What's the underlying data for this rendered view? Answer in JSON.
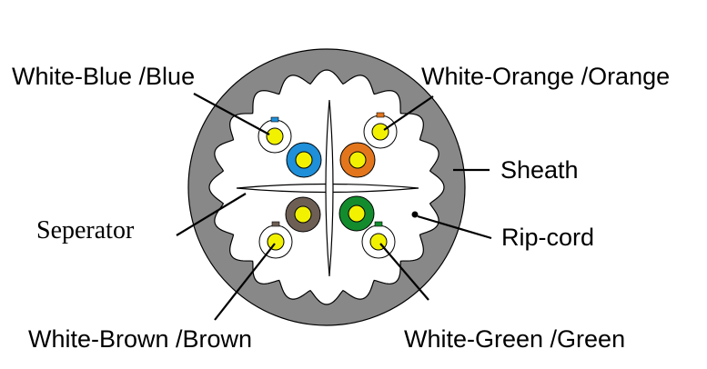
{
  "labels": {
    "white_blue": "White-Blue /Blue",
    "white_orange": "White-Orange /Orange",
    "sheath": "Sheath",
    "separator": "Seperator",
    "rip_cord": "Rip-cord",
    "white_brown": "White-Brown /Brown",
    "white_green": "White-Green /Green"
  },
  "colors": {
    "sheath": "#888888",
    "jacket_inner": "#ffffff",
    "outline": "#000000",
    "conductor": "#f2f200",
    "blue": "#1e8fd8",
    "orange": "#e3761c",
    "brown": "#6e5f55",
    "green": "#138c2e",
    "white_insulation": "#ffffff"
  }
}
